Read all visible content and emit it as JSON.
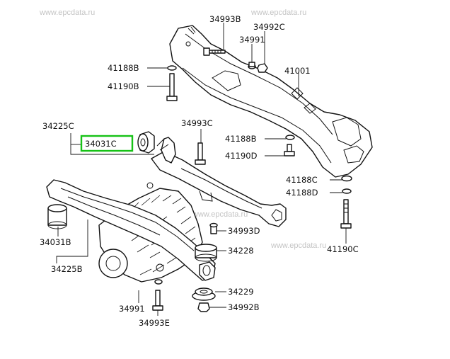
{
  "watermarks": [
    "www.epcdata.ru",
    "www.epcdata.ru",
    "www.epcdata.ru",
    "www.epcdata.ru"
  ],
  "labels": {
    "p34993B": "34993B",
    "p34992C": "34992C",
    "p34991_top": "34991",
    "p41188B_left": "41188B",
    "p41001": "41001",
    "p41190B_left": "41190B",
    "p34225C": "34225C",
    "p34993C": "34993C",
    "p41188B_right": "41188B",
    "p34031C": "34031C",
    "p41190D": "41190D",
    "p41188C": "41188C",
    "p41188D": "41188D",
    "p34993D": "34993D",
    "p34031B": "34031B",
    "p34228": "34228",
    "p41190C": "41190C",
    "p34225B": "34225B",
    "p34229": "34229",
    "p34991_bottom": "34991",
    "p34992B": "34992B",
    "p34993E": "34993E"
  },
  "highlight_color": "#16c216"
}
